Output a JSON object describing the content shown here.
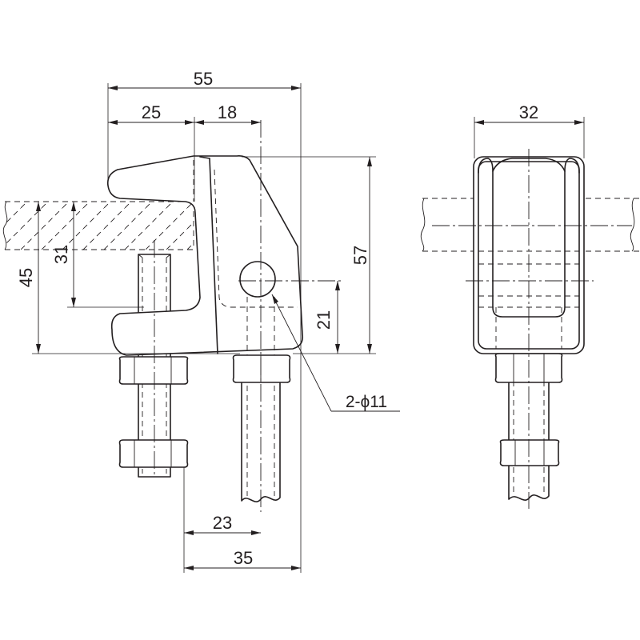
{
  "dimensions": {
    "overall_width": "55",
    "hook_width": "25",
    "hole_offset": "18",
    "side_width": "32",
    "overall_height": "57",
    "flange_height": "45",
    "jaw_height": "31",
    "hole_height": "21",
    "bolt_spacing": "23",
    "base_width": "35",
    "hole_callout": "2-ϕ11"
  },
  "colors": {
    "line": "#231f20",
    "background": "#ffffff"
  }
}
